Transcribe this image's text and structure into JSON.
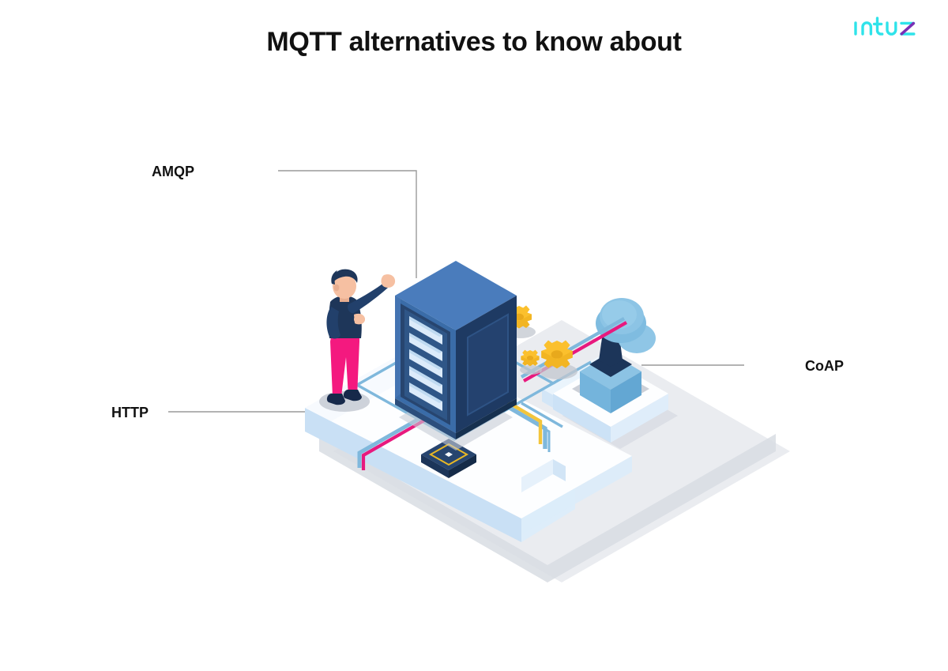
{
  "header": {
    "title": "MQTT alternatives to know about",
    "logo": {
      "name": "intuz-logo",
      "text": "intuz",
      "primary_color": "#2FE3EA",
      "accent_color": "#7B2FB5"
    }
  },
  "callouts": [
    {
      "id": "amqp",
      "label": "AMQP",
      "leader": "horizontal-then-down",
      "target": "server-rack"
    },
    {
      "id": "http",
      "label": "HTTP",
      "leader": "horizontal",
      "target": "main-platform"
    },
    {
      "id": "coap",
      "label": "CoAP",
      "leader": "horizontal",
      "target": "tree-platform"
    }
  ],
  "illustration": {
    "name": "isometric-iot-server-scene",
    "style": "isometric flat illustration",
    "background": "#ffffff",
    "colors": {
      "navy_dark": "#1C3559",
      "navy": "#223F6B",
      "steel_blue": "#3A6CA8",
      "blue_top": "#4A7CBC",
      "slot_light": "#D7E8F7",
      "slot_mid": "#B9D6EF",
      "platform_top": "#FFFFFF",
      "platform_side": "#DCECF9",
      "platform_side_dark": "#C6DFF4",
      "shadow_grey": "#CFD4DB",
      "shadow_grey_soft": "#DDE1E7",
      "trace_blue": "#7FB8DC",
      "trace_magenta": "#E8197E",
      "trace_yellow": "#F3C53B",
      "gear_yellow": "#FBC02D",
      "gear_yellow_light": "#FDD35C",
      "gear_shadow": "#BFC4CC",
      "tree_foliage": "#7FBCE0",
      "tree_foliage_light": "#96CBE8",
      "tree_block": "#72B4DC",
      "skin": "#F6C0A2",
      "pants_pink": "#F4197F",
      "chip_gold": "#E8B825"
    },
    "elements": [
      {
        "name": "main-platform",
        "desc": "large isometric slab holding the server rack and chip"
      },
      {
        "name": "server-rack",
        "desc": "tall isometric server cabinet with five light blue rack slots"
      },
      {
        "name": "technician-figure",
        "desc": "person in navy top and pink pants pointing at the rack"
      },
      {
        "name": "microchip",
        "desc": "navy chip with gold outline and white center dot"
      },
      {
        "name": "gear-cluster",
        "desc": "three yellow isometric gears"
      },
      {
        "name": "bridge-ramp",
        "desc": "light blue walkway linking the two platforms"
      },
      {
        "name": "tree-platform",
        "desc": "smaller slab with a blue cube pedestal"
      },
      {
        "name": "tree",
        "desc": "stylized tree with blue round foliage and dark navy trunk"
      },
      {
        "name": "circuit-traces",
        "desc": "magenta, blue and yellow isometric circuit paths"
      }
    ]
  }
}
